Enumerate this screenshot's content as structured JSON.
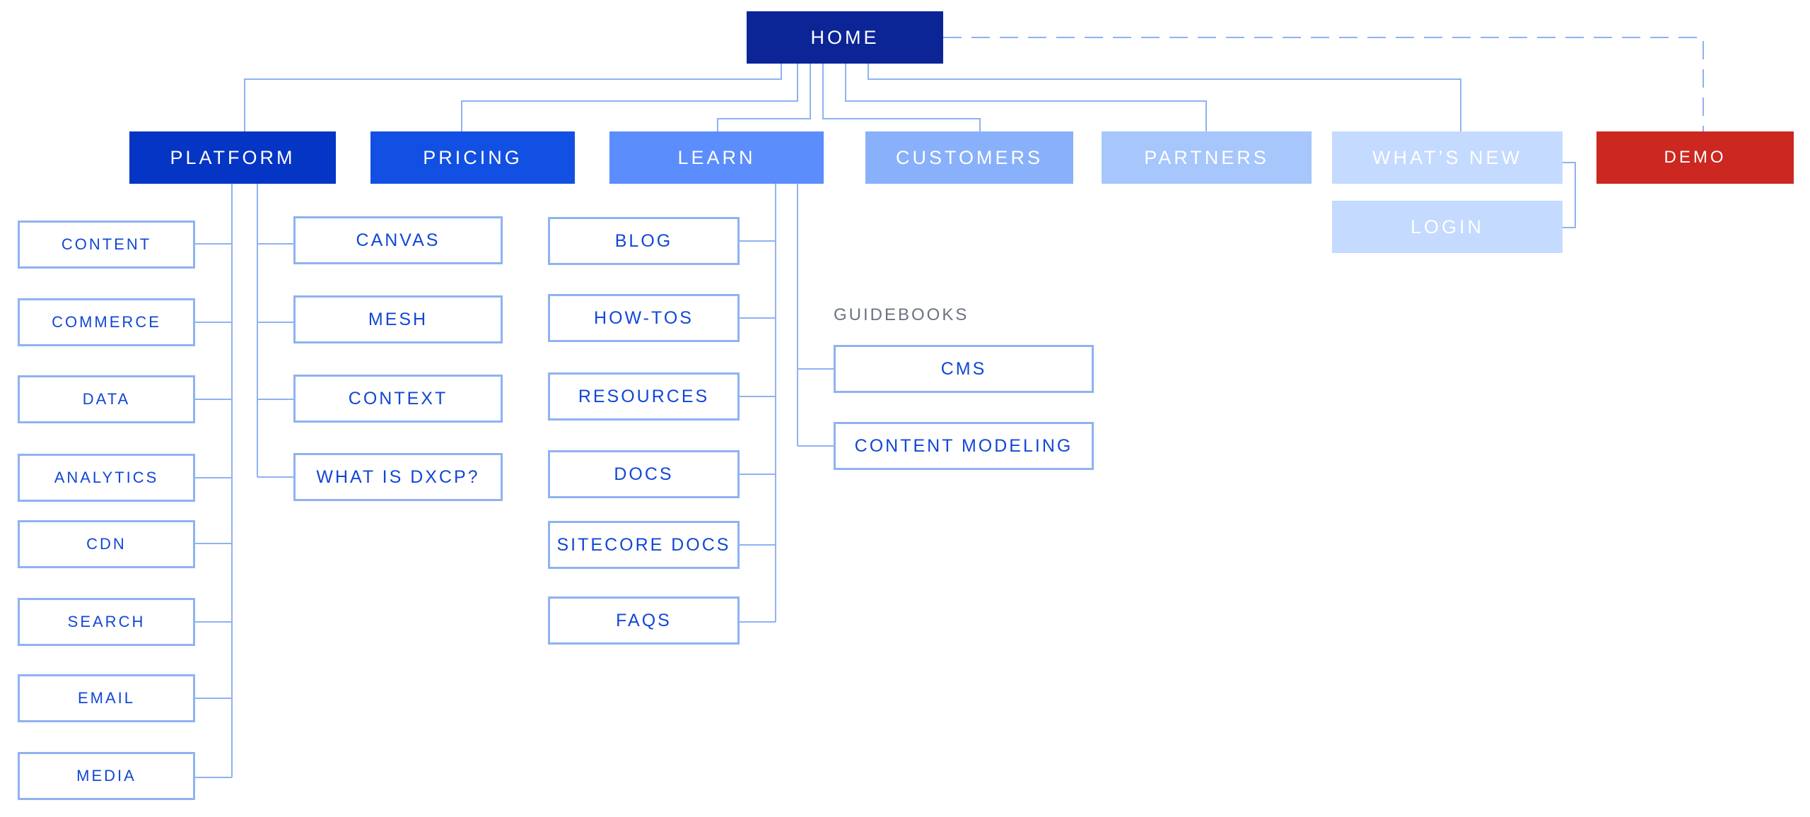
{
  "colors": {
    "home": "#0b2596",
    "platform": "#0535c4",
    "pricing": "#1250e3",
    "learn": "#5b8dfc",
    "customers": "#89b0fa",
    "partners": "#a6c6fc",
    "whats_new": "#c4daff",
    "demo": "#cc2720",
    "connector": "#8fb2f2",
    "child_text": "#1247d6"
  },
  "home": {
    "label": "HOME"
  },
  "nav": {
    "platform": "PLATFORM",
    "pricing": "PRICING",
    "learn": "LEARN",
    "customers": "CUSTOMERS",
    "partners": "PARTNERS",
    "whats_new": "WHAT’S NEW",
    "login": "LOGIN",
    "demo": "DEMO"
  },
  "platform_products": [
    "CONTENT",
    "COMMERCE",
    "DATA",
    "ANALYTICS",
    "CDN",
    "SEARCH",
    "EMAIL",
    "MEDIA"
  ],
  "platform_more": [
    "CANVAS",
    "MESH",
    "CONTEXT",
    "WHAT IS DXCP?"
  ],
  "learn_items": [
    "BLOG",
    "HOW-TOS",
    "RESOURCES",
    "DOCS",
    "SITECORE DOCS",
    "FAQS"
  ],
  "guidebooks": {
    "label": "GUIDEBOOKS",
    "items": [
      "CMS",
      "CONTENT MODELING"
    ]
  }
}
